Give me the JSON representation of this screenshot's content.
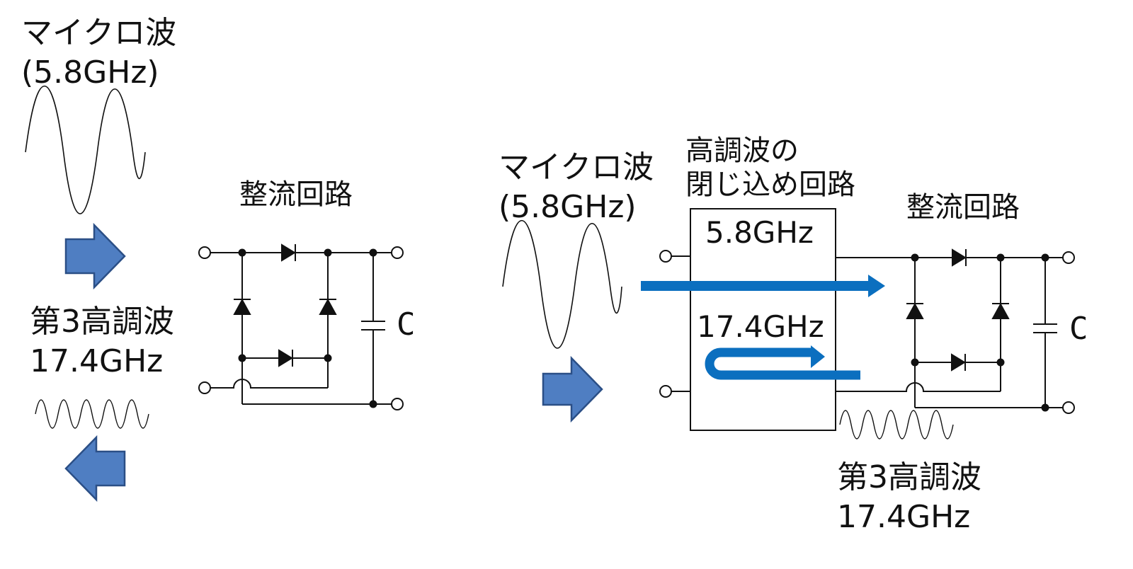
{
  "left": {
    "microwave_title": "マイクロ波",
    "microwave_freq": "(5.8GHz)",
    "harmonic_title": "第3高調波",
    "harmonic_freq": "17.4GHz",
    "rectifier_label": "整流回路",
    "capacitor_label": "C"
  },
  "right": {
    "microwave_title": "マイクロ波",
    "microwave_freq": "(5.8GHz)",
    "trap_title_line1": "高調波の",
    "trap_title_line2": "閉じ込め回路",
    "trap_freq_top": "5.8GHz",
    "trap_freq_bottom": "17.4GHz",
    "rectifier_label": "整流回路",
    "capacitor_label": "C",
    "harmonic_title": "第3高調波",
    "harmonic_freq": "17.4GHz"
  },
  "colors": {
    "arrow_fill": "#4f7ec2",
    "arrow_stroke": "#2b4f86",
    "flow_arrow": "#0b6fbf",
    "line": "#111111"
  }
}
